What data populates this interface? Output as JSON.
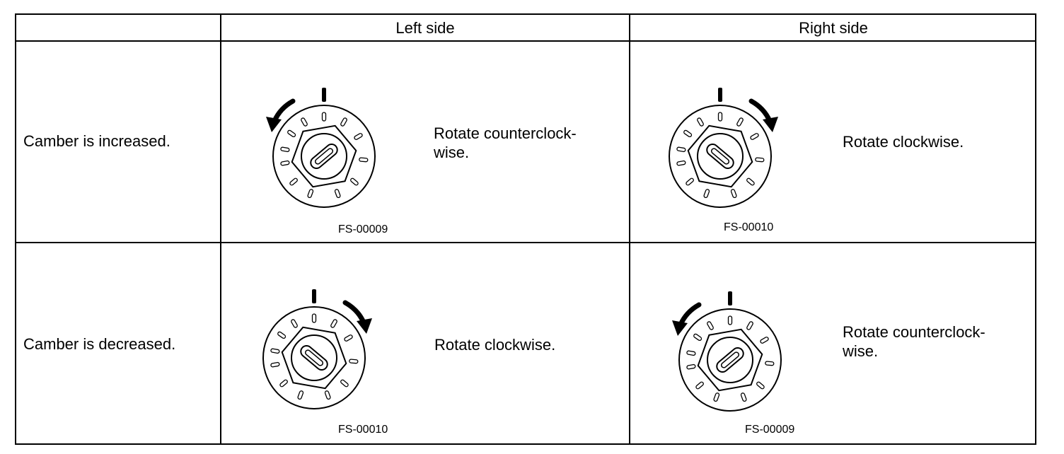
{
  "header": {
    "empty": "",
    "left_side": "Left side",
    "right_side": "Right side"
  },
  "rows": [
    {
      "label": "Camber is increased.",
      "left": {
        "instruction": "Rotate counterclock-\nwise.",
        "figure": "FS-00009",
        "direction": "counterclockwise"
      },
      "right": {
        "instruction": "Rotate clockwise.",
        "figure": "FS-00010",
        "direction": "clockwise"
      }
    },
    {
      "label": "Camber is decreased.",
      "left": {
        "instruction": "Rotate clockwise.",
        "figure": "FS-00010",
        "direction": "clockwise"
      },
      "right": {
        "instruction": "Rotate counterclock-\nwise.",
        "figure": "FS-00009",
        "direction": "counterclockwise"
      }
    }
  ]
}
